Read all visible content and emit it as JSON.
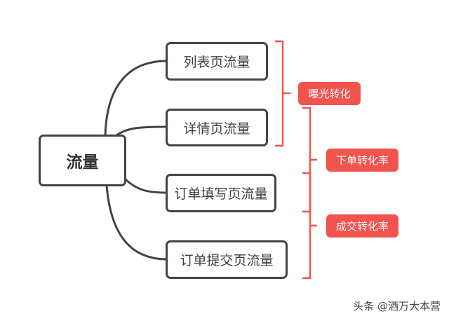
{
  "root": {
    "label": "流量"
  },
  "children": [
    {
      "label": "列表页流量"
    },
    {
      "label": "详情页流量"
    },
    {
      "label": "订单填写页流量"
    },
    {
      "label": "订单提交页流量"
    }
  ],
  "conversions": [
    {
      "label": "曝光转化"
    },
    {
      "label": "下单转化率"
    },
    {
      "label": "成交转化率"
    }
  ],
  "watermark": "头条 @酒万大本营",
  "colors": {
    "line": "#3f444b",
    "accent": "#f1534e"
  }
}
